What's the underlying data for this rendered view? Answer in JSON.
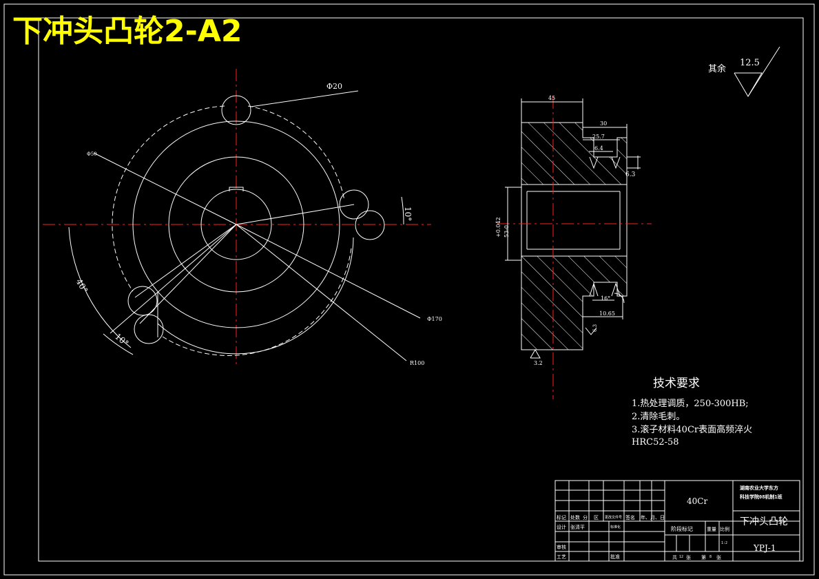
{
  "drawing": {
    "banner_title": "下冲头凸轮2-A2",
    "surface_finish": {
      "other_label": "其余",
      "value": "12.5"
    }
  },
  "front_view": {
    "labels": {
      "phi20": "Φ20",
      "phi50": "Φ50",
      "phi170": "Φ170",
      "r100": "R100",
      "angle_10_right": "10°",
      "angle_40": "40°",
      "angle_10_left": "10°"
    }
  },
  "section_view": {
    "dims": {
      "d45": "45",
      "d30": "30",
      "d25_7": "25.7",
      "d6_4": "6.4",
      "d6_3": "6.3",
      "tol_upper": "+0.042",
      "tol_base": "53-0",
      "d16": "16°",
      "d10_65": "10.65",
      "d6_3_low": "6.3",
      "finish_3_2": "3.2"
    }
  },
  "tech_requirements": {
    "title": "技术要求",
    "items": [
      "1.热处理调质，250-300HB;",
      "2.清除毛刺。",
      "3.滚子材料40Cr表面高频淬火",
      "HRC52-58"
    ]
  },
  "title_block": {
    "material": "40Cr",
    "school_line1": "湖南农业大学东方",
    "school_line2": "科技学院08机制1班",
    "part_name": "下冲头凸轮",
    "drawing_no": "YPJ-1",
    "row_labels": [
      "标记",
      "处数",
      "分",
      "区",
      "更改文件号",
      "签名",
      "年、月、日"
    ],
    "design_label": "设计",
    "designer": "张清平",
    "standard_label": "标准化",
    "stage_label": "阶段标记",
    "weight_label": "重量",
    "scale_label": "比例",
    "scale": "1:2",
    "review_label": "审核",
    "process_label": "工艺",
    "approve_label": "批准",
    "sheets_total_label": "共",
    "sheets_total": "12",
    "sheets_unit": "张",
    "sheet_no_label": "第",
    "sheet_no": "8",
    "sheet_unit": "张"
  }
}
